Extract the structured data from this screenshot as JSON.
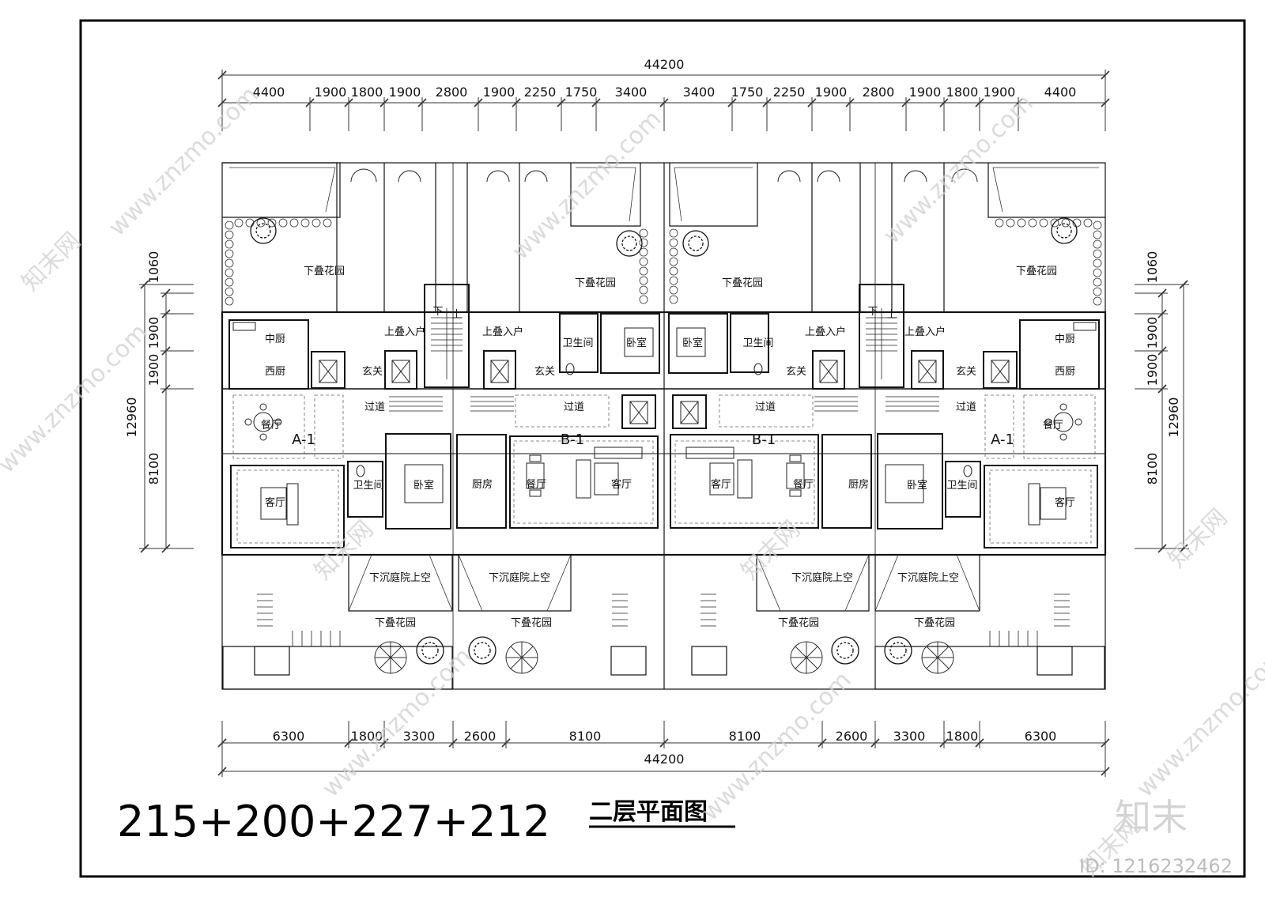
{
  "plan_title": "二层平面图",
  "area_formula": "215+200+227+212",
  "overall_width_top": "44200",
  "overall_width_bottom": "44200",
  "top_segments": [
    "4400",
    "1900",
    "1800",
    "1900",
    "2800",
    "1900",
    "2250",
    "1750",
    "3400",
    "3400",
    "1750",
    "2250",
    "1900",
    "2800",
    "1900",
    "1800",
    "1900",
    "4400"
  ],
  "bottom_segments": [
    "6300",
    "1800",
    "3300",
    "2600",
    "8100",
    "8100",
    "2600",
    "3300",
    "1800",
    "6300"
  ],
  "left_dims": {
    "d1060": "1060",
    "d1900a": "1900",
    "d1900b": "1900",
    "d8100": "8100",
    "d12960": "12960"
  },
  "right_dims": {
    "d1060": "1060",
    "d1900a": "1900",
    "d1900b": "1900",
    "d8100": "8100",
    "d12960": "12960"
  },
  "rooms": {
    "garden_upper": "下叠花园",
    "garden_lower": "下叠花园",
    "sunken": "下沉庭院上空",
    "chinese_kitchen": "中厨",
    "western_kitchen": "西厨",
    "dining": "餐厅",
    "living": "客厅",
    "bedroom": "卧室",
    "bathroom": "卫生间",
    "kitchen": "厨房",
    "foyer": "玄关",
    "corridor": "过道",
    "entry": "上叠入户",
    "stair_down": "下",
    "stair_up": "上"
  },
  "unit_tags": {
    "a": "A-1",
    "b": "B-1"
  },
  "watermark": {
    "site": "www.znzmo.com",
    "brand": "知末网",
    "logo": "知末",
    "image_id": "ID: 1216232462"
  }
}
